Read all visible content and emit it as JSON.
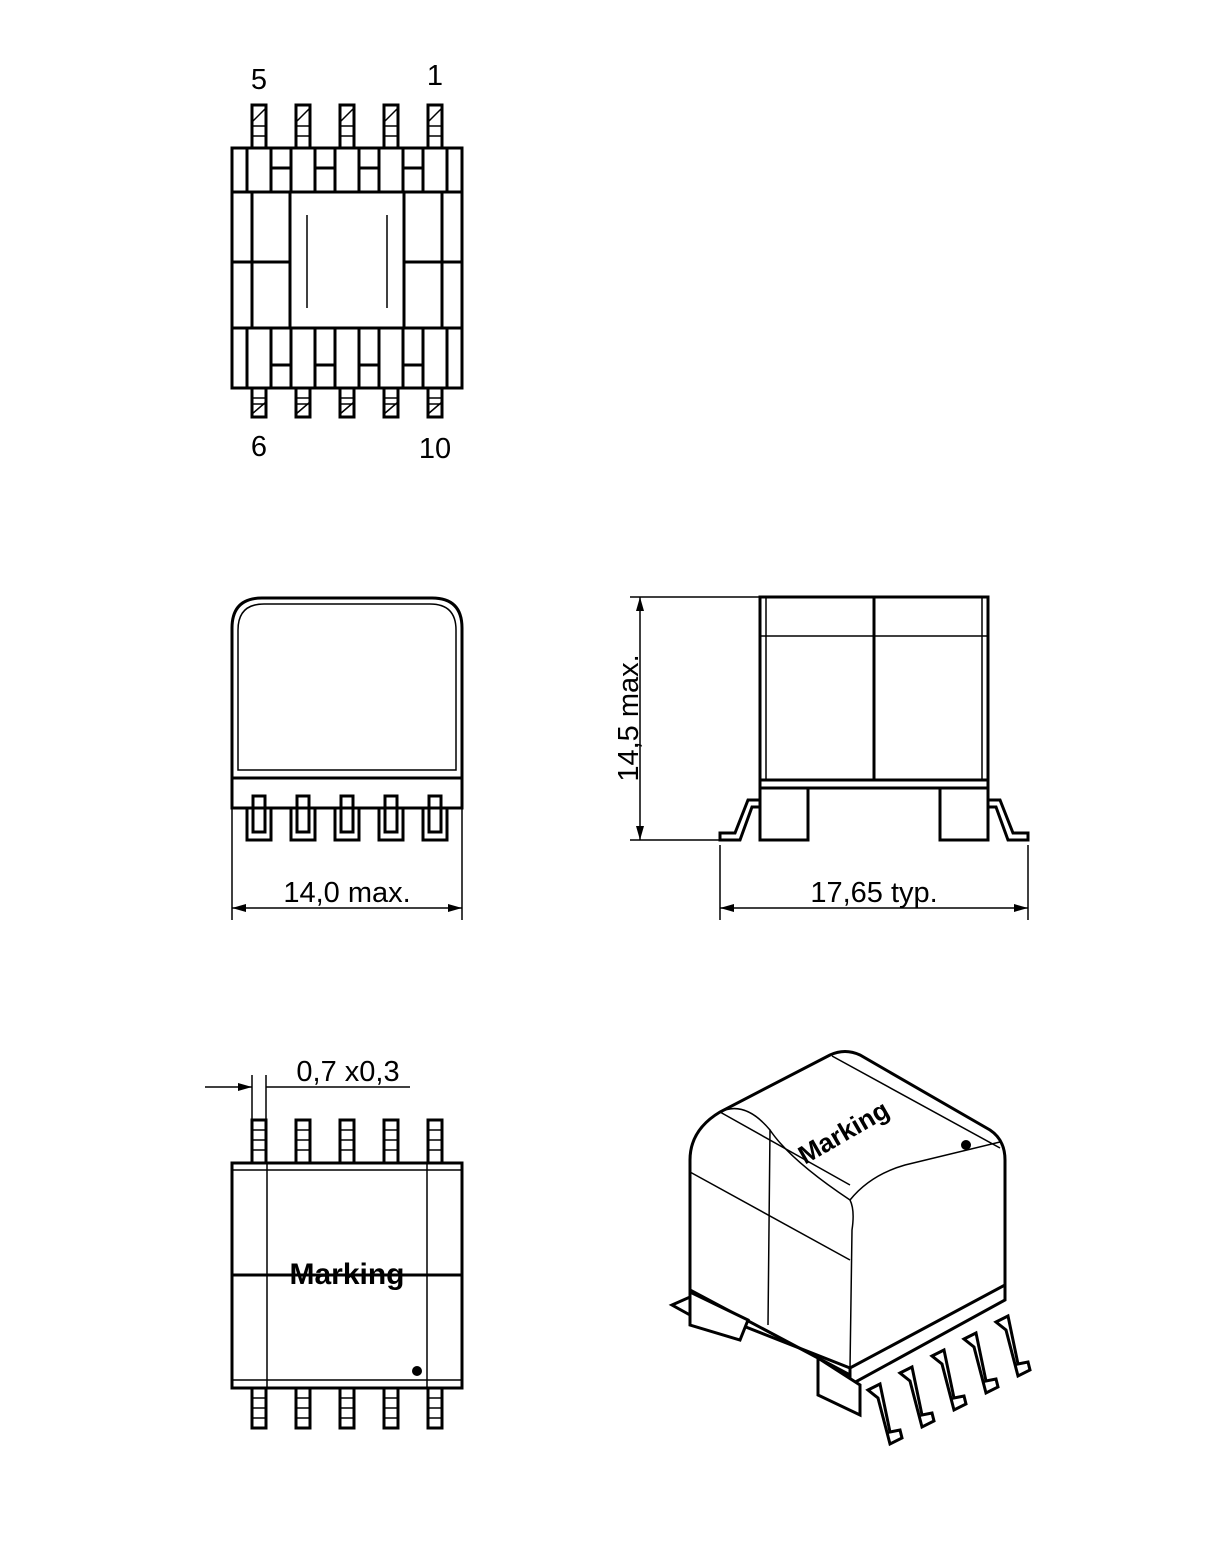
{
  "top_view": {
    "pin_labels": {
      "top_left": "5",
      "top_right": "1",
      "bottom_left": "6",
      "bottom_right": "10"
    }
  },
  "front_view": {
    "width_dimension": "14,0  max."
  },
  "side_view": {
    "height_dimension": "14,5  max.",
    "length_dimension": "17,65  typ."
  },
  "bottom_view": {
    "pin_dimension": "0,7  x0,3",
    "marking": "Marking"
  },
  "iso_view": {
    "marking": "Marking"
  }
}
